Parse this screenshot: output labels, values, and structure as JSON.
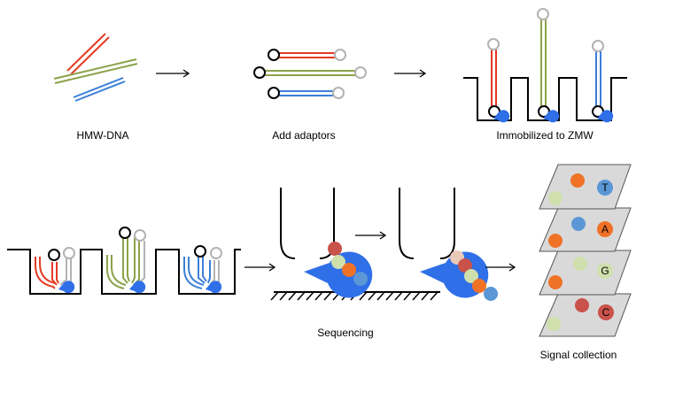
{
  "colors": {
    "red": "#e53a23",
    "green": "#8ca24a",
    "blue": "#3b7fd9",
    "polymerase": "#2f6fe8",
    "cap_black": "#000000",
    "cap_gray": "#b3b3b3",
    "card": "#d9d9d9",
    "dot_green": "#cfe0ad",
    "dot_orange": "#f07226",
    "dot_blue": "#5b97d6",
    "dot_red": "#c9524a",
    "dot_tan": "#e9c9b8"
  },
  "labels": {
    "hmw_dna": "HMW-DNA",
    "add_adaptors": "Add adaptors",
    "immobilized": "Immobilized to ZMW",
    "sequencing": "Sequencing",
    "signal_collection": "Signal collection"
  },
  "bases": {
    "T": "T",
    "A": "A",
    "G": "G",
    "C": "C"
  }
}
